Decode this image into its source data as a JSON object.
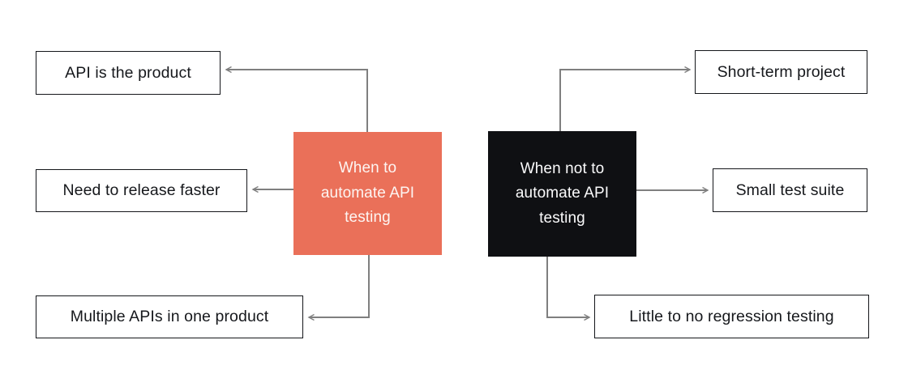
{
  "diagram": {
    "left_hub": {
      "label": "When to automate API testing"
    },
    "right_hub": {
      "label": "When not to automate API testing"
    },
    "left_items": [
      "API is the product",
      "Need to release faster",
      "Multiple APIs in one product"
    ],
    "right_items": [
      "Short-term project",
      "Small test suite",
      "Little to no regression testing"
    ]
  },
  "colors": {
    "hub-left-bg": "#ea7059",
    "hub-left-text": "#fdf5f2",
    "hub-right-bg": "#0f1013",
    "hub-right-text": "#fbfbfc",
    "line": "#7f7f7f",
    "box-border": "#14161a",
    "box-text": "#16181c",
    "bg": "#ffffff"
  }
}
